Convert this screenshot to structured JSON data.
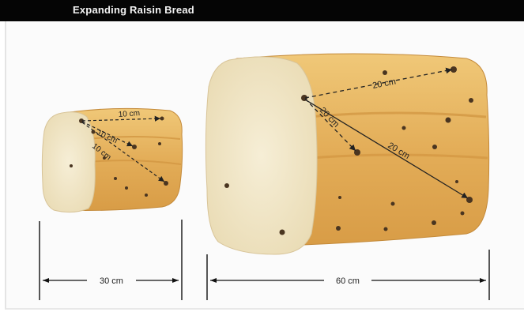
{
  "title": "Expanding Raisin Bread",
  "colors": {
    "crust": "#e6b35c",
    "crust_dark": "#c98a35",
    "crumb": "#f1e6c8",
    "raisin": "#4a3520",
    "title_bar": "#050505",
    "line": "#222222"
  },
  "small_loaf": {
    "distance_labels": [
      "10 cm",
      "10 cm",
      "10 cm"
    ],
    "width_label": "30 cm"
  },
  "large_loaf": {
    "distance_labels": [
      "20 cm",
      "20 cm",
      "20 cm"
    ],
    "width_label": "60 cm"
  }
}
